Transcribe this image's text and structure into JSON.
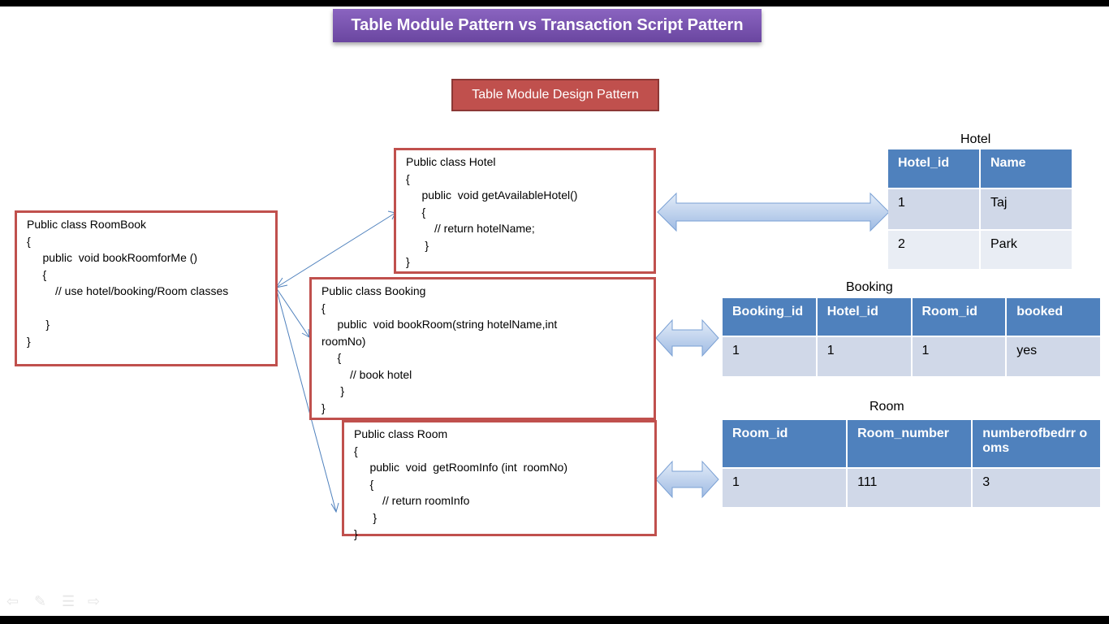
{
  "title": "Table Module Pattern  vs  Transaction Script Pattern",
  "subtitle": "Table Module Design Pattern",
  "code_boxes": {
    "roombook": "Public class RoomBook\n{\n     public  void bookRoomforMe ()\n     {\n         // use hotel/booking/Room classes\n\n      }\n}",
    "hotel": "Public class Hotel\n{\n     public  void getAvailableHotel()\n     {\n         // return hotelName;\n      }\n}",
    "booking": "Public class Booking\n{\n     public  void bookRoom(string hotelName,int\nroomNo)\n     {\n         // book hotel\n      }\n}",
    "room": "Public class Room\n{\n     public  void  getRoomInfo (int  roomNo)\n     {\n         // return roomInfo\n      }\n}"
  },
  "tables": {
    "hotel": {
      "caption": "Hotel",
      "headers": [
        "Hotel_id",
        "Name"
      ],
      "rows": [
        [
          "1",
          "Taj"
        ],
        [
          "2",
          "Park"
        ]
      ]
    },
    "booking": {
      "caption": "Booking",
      "headers": [
        "Booking_id",
        "Hotel_id",
        "Room_id",
        "booked"
      ],
      "rows": [
        [
          "1",
          "1",
          "1",
          "yes"
        ]
      ]
    },
    "room": {
      "caption": "Room",
      "headers": [
        "Room_id",
        "Room_number",
        "numberofbedrr ooms"
      ],
      "rows": [
        [
          "1",
          "111",
          "3"
        ]
      ]
    }
  },
  "nav_icons": [
    "previous-icon",
    "pen-icon",
    "menu-icon",
    "next-icon"
  ]
}
